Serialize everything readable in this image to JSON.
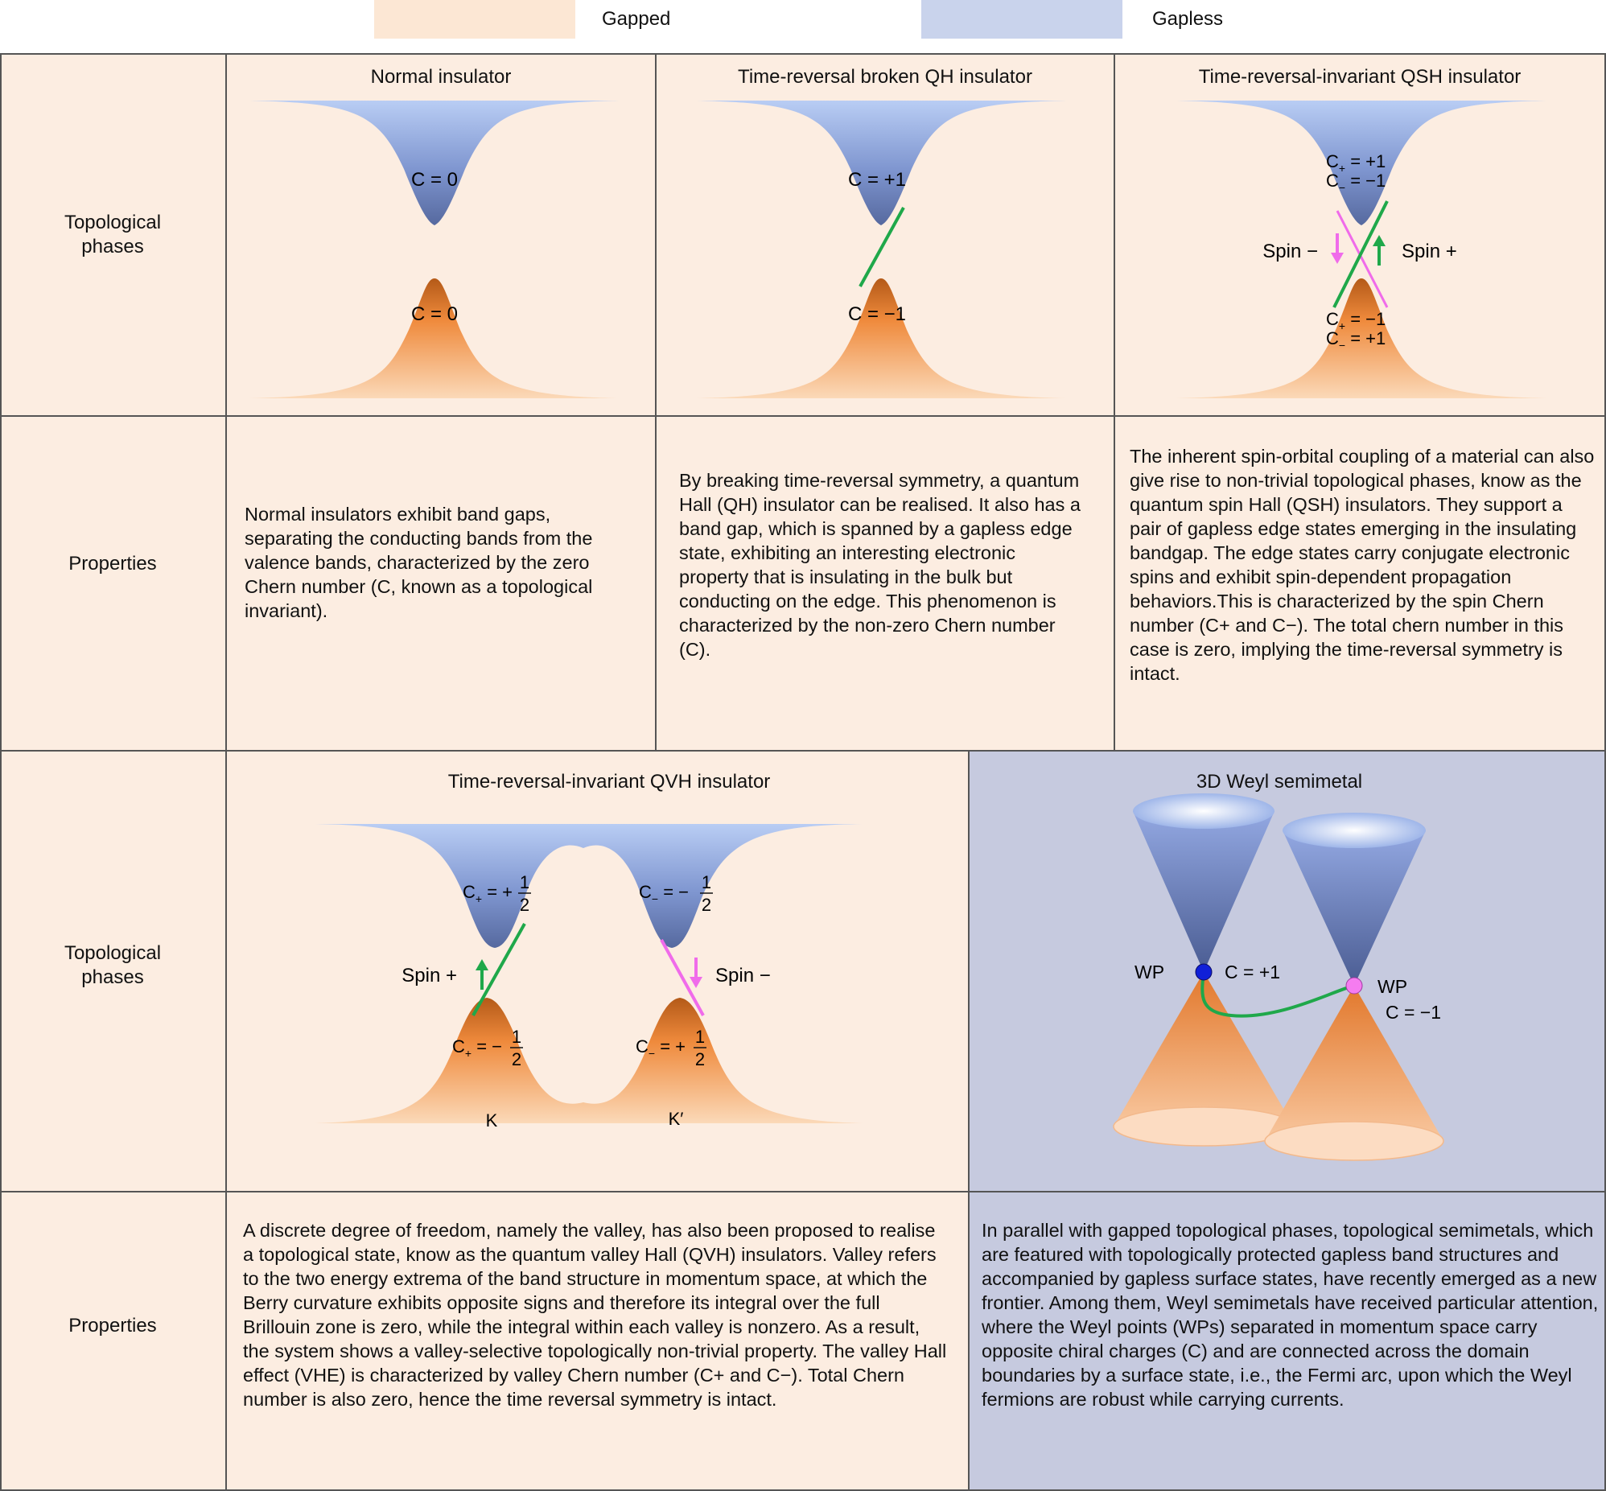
{
  "legend": {
    "gapped": "Gapped",
    "gapless": "Gapless",
    "gapped_color": "#fce7d4",
    "gapless_color": "#c9d3ec"
  },
  "rows": {
    "topological": "Topological phases",
    "properties": "Properties"
  },
  "panels": {
    "normal": {
      "title": "Normal insulator",
      "upper": "C = 0",
      "lower": "C = 0",
      "text": "Normal insulators exhibit band gaps, separating the conducting bands from the valence bands, characterized by the zero Chern number (C, known as a topological invariant)."
    },
    "qh": {
      "title": "Time-reversal broken QH insulator",
      "upper": "C = +1",
      "lower": "C = −1",
      "text": "By breaking time-reversal symmetry, a quantum Hall (QH) insulator can be realised. It also has a band gap, which is spanned by a gapless edge state, exhibiting an interesting electronic property that is insulating in the bulk but conducting on the edge. This phenomenon is characterized by the non-zero Chern number (C)."
    },
    "qsh": {
      "title": "Time-reversal-invariant QSH insulator",
      "upper1": "C+ = +1",
      "upper2": "C− = −1",
      "lower1": "C+ = −1",
      "lower2": "C− = +1",
      "spin_minus": "Spin −",
      "spin_plus": "Spin +",
      "text": "The inherent spin-orbital coupling of a material can also give rise to non-trivial topological phases, know as the quantum spin Hall (QSH) insulators. They support a pair of gapless edge states emerging in the insulating bandgap. The edge states carry conjugate electronic spins and exhibit spin-dependent propagation behaviors.This is characterized by the spin Chern number (C+ and C−). The total chern number in this case is zero, implying the time-reversal symmetry is intact."
    },
    "qvh": {
      "title": "Time-reversal-invariant QVH insulator",
      "ul": "C+ = +1/2",
      "ur": "C− = −1/2",
      "ll": "C+ = −1/2",
      "lr": "C− = +1/2",
      "spin_plus": "Spin +",
      "spin_minus": "Spin −",
      "k": "K",
      "kp": "K′",
      "text": "A discrete degree of freedom, namely the valley, has also been proposed to realise a topological state, know as the quantum valley Hall (QVH) insulators. Valley refers to the two energy extrema of the band structure in momentum space, at which the Berry curvature exhibits opposite signs and therefore its integral over the full Brillouin zone is zero, while the integral within each valley is nonzero. As a result, the system shows a valley-selective topologically non-trivial property. The valley Hall effect (VHE) is characterized by valley Chern number (C+ and C−). Total Chern number is also zero, hence the time reversal symmetry is intact."
    },
    "weyl": {
      "title": "3D Weyl semimetal",
      "wp": "WP",
      "c_plus": "C = +1",
      "c_minus": "C = −1",
      "text": "In parallel with gapped topological phases, topological semimetals, which are featured with topologically protected gapless band structures and accompanied by gapless surface states, have recently emerged as a new frontier. Among them, Weyl semimetals have received particular attention, where the Weyl points (WPs) separated in momentum space carry opposite chiral charges (C) and are connected across the domain boundaries by a surface state, i.e., the Fermi arc, upon which the Weyl fermions are robust while carrying currents."
    }
  }
}
